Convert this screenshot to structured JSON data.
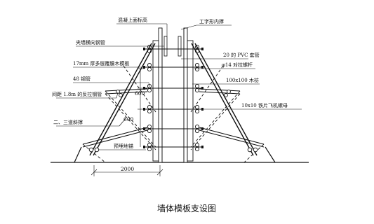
{
  "labels": {
    "concrete_top": "混凝上面标高",
    "i_beam_brace": "工字形内撑",
    "clamp_pipe": "夹墙横向钢管",
    "pvc_sleeve": "20 的 PVC 套管",
    "plywood": "17mm 厚多层覆膜木模板",
    "tie_bolt": "φ14 对拉螺杆",
    "steel_pipe": "48 钢管",
    "timber": "100x100 木枋",
    "spacing": "间距 1.8m 的反拉钢管",
    "nut": "10x10 铁片飞机螺母",
    "diagonal": "二、三道斜撑",
    "anchor": "预埋地锚"
  },
  "dims": {
    "d600a": "600",
    "d600b": "600",
    "base": "2000"
  },
  "caption": "墙体模板支设图"
}
